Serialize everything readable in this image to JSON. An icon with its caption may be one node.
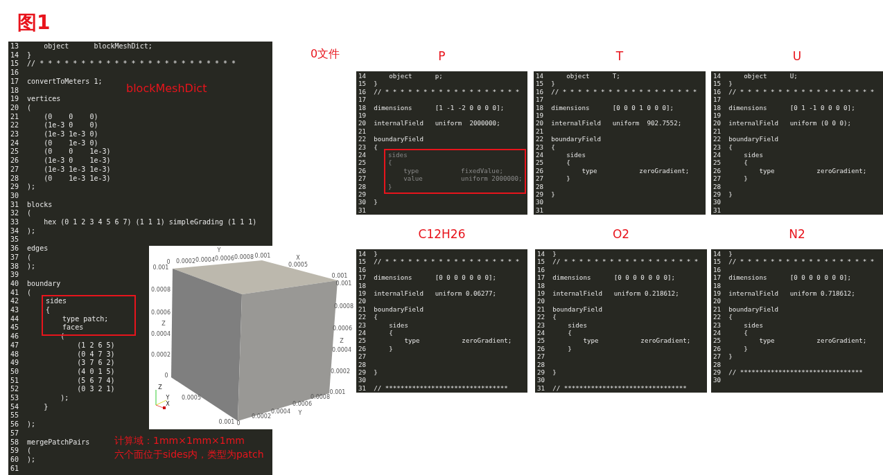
{
  "diagram": {
    "title": "图1",
    "nodes": [
      {
        "text": [
          "13      object      blockMeshDict;",
          "14  }",
          "15  // * * * * * * * * * * * * * * * * * * * * * * * *",
          "16",
          "17  convertToMeters 1;",
          "18",
          "19  vertices",
          "20  (",
          "21      (0    0    0)",
          "22      (1e-3 0    0)",
          "23      (1e-3 1e-3 0)",
          "24      (0    1e-3 0)",
          "25      (0    0    1e-3)",
          "26      (1e-3 0    1e-3)",
          "27      (1e-3 1e-3 1e-3)",
          "28      (0    1e-3 1e-3)",
          "29  );",
          "30",
          "31  blocks",
          "32  (",
          "33      hex (0 1 2 3 4 5 6 7) (1 1 1) simpleGrading (1 1 1)",
          "34  );",
          "35",
          "36  edges",
          "37  (",
          "38  );",
          "39",
          "40  boundary",
          "41  (",
          "42",
          "43",
          "44",
          "45",
          "46          (",
          "47              (1 2 6 5)",
          "48              (0 4 7 3)",
          "49              (3 7 6 2)",
          "50              (4 0 1 5)",
          "51              (5 6 7 4)",
          "52              (0 3 2 1)",
          "53          );",
          "54      }",
          "55",
          "56  );",
          "57",
          "58  mergePatchPairs",
          "59  (",
          "60  );",
          "61"
        ]
      },
      {
        "text": [
          "sides",
          "{",
          "    type patch;",
          "    faces"
        ],
        "in": 0
      },
      {
        "text": [
          "P",
          "14      object      p;",
          "15  }",
          "16  // * * * * * * * * * * * * * * * * * *",
          "17",
          "18  dimensions      [1 -1 -2 0 0 0 0];",
          "19",
          "20  internalField   uniform  2000000;",
          "21",
          "22  boundaryField",
          "23  {",
          "24",
          "25",
          "26",
          "27",
          "28",
          "29",
          "30  }",
          "31"
        ]
      },
      {
        "text": [
          "sides",
          "{",
          "    type           fixedValue;",
          "    value          uniform 2000000;",
          "}"
        ],
        "in": 2
      },
      {
        "text": [
          "T",
          "14      object      T;",
          "15  }",
          "16  // * * * * * * * * * * * * * * * * * *",
          "17",
          "18  dimensions      [0 0 0 1 0 0 0];",
          "19",
          "20  internalField   uniform  902.7552;",
          "21",
          "22  boundaryField",
          "23  {",
          "24      sides",
          "25      {",
          "26          type           zeroGradient;",
          "27      }",
          "28",
          "29  }",
          "30",
          "31"
        ]
      },
      {
        "text": [
          "U",
          "14      object      U;",
          "15  }",
          "16  // * * * * * * * * * * * * * * * * * *",
          "17",
          "18  dimensions      [0 1 -1 0 0 0 0];",
          "19",
          "20  internalField   uniform (0 0 0);",
          "21",
          "22  boundaryField",
          "23  {",
          "24      sides",
          "25      {",
          "26          type           zeroGradient;",
          "27      }",
          "28",
          "29  }",
          "30",
          "31"
        ]
      },
      {
        "text": [
          "C12H26",
          "14  }",
          "15  // * * * * * * * * * * * * * * * * * *",
          "16",
          "17  dimensions      [0 0 0 0 0 0 0];",
          "18",
          "19  internalField   uniform 0.06277;",
          "20",
          "21  boundaryField",
          "22  {",
          "23      sides",
          "24      {",
          "25          type           zeroGradient;",
          "26      }",
          "27",
          "28",
          "29  }",
          "30",
          "31  // ********************************"
        ]
      },
      {
        "text": [
          "O2",
          "14  }",
          "15  // * * * * * * * * * * * * * * * * * *",
          "16",
          "17  dimensions      [0 0 0 0 0 0 0];",
          "18",
          "19  internalField   uniform 0.218612;",
          "20",
          "21  boundaryField",
          "22  {",
          "23      sides",
          "24      {",
          "25          type           zeroGradient;",
          "26      }",
          "27",
          "28",
          "29  }",
          "30",
          "31  // ********************************"
        ]
      },
      {
        "text": [
          "N2",
          "14  }",
          "15  // * * * * * * * * * * * * * * * * * *",
          "16",
          "17  dimensions      [0 0 0 0 0 0 0];",
          "18",
          "19  internalField   uniform 0.718612;",
          "20",
          "21  boundaryField",
          "22  {",
          "23      sides",
          "24      {",
          "25          type           zeroGradient;",
          "26      }",
          "27  }",
          "28",
          "29  // ********************************",
          "30"
        ]
      }
    ],
    "labels": [
      "0文件",
      "blockMeshDict",
      "Y",
      "0",
      "0.0002",
      "0.0004",
      "0.0006",
      "0.0008",
      "0.001",
      "X",
      "0.0005",
      "0.001",
      "0.001",
      "0.0008",
      "0.0006",
      "Z",
      "0.0004",
      "0.0002",
      "0.001",
      "0.001",
      "0.0008",
      "0.0006",
      "Z",
      "0.0004",
      "0.0002",
      "0",
      "0.0005",
      "0.0008",
      "0.0006",
      "0.0004",
      "Y",
      "0.0002",
      "0.001",
      "0",
      "Z",
      "Y",
      "X",
      "计算域：1mm×1mm×1mm",
      "六个面位于sides内，类型为patch"
    ]
  }
}
